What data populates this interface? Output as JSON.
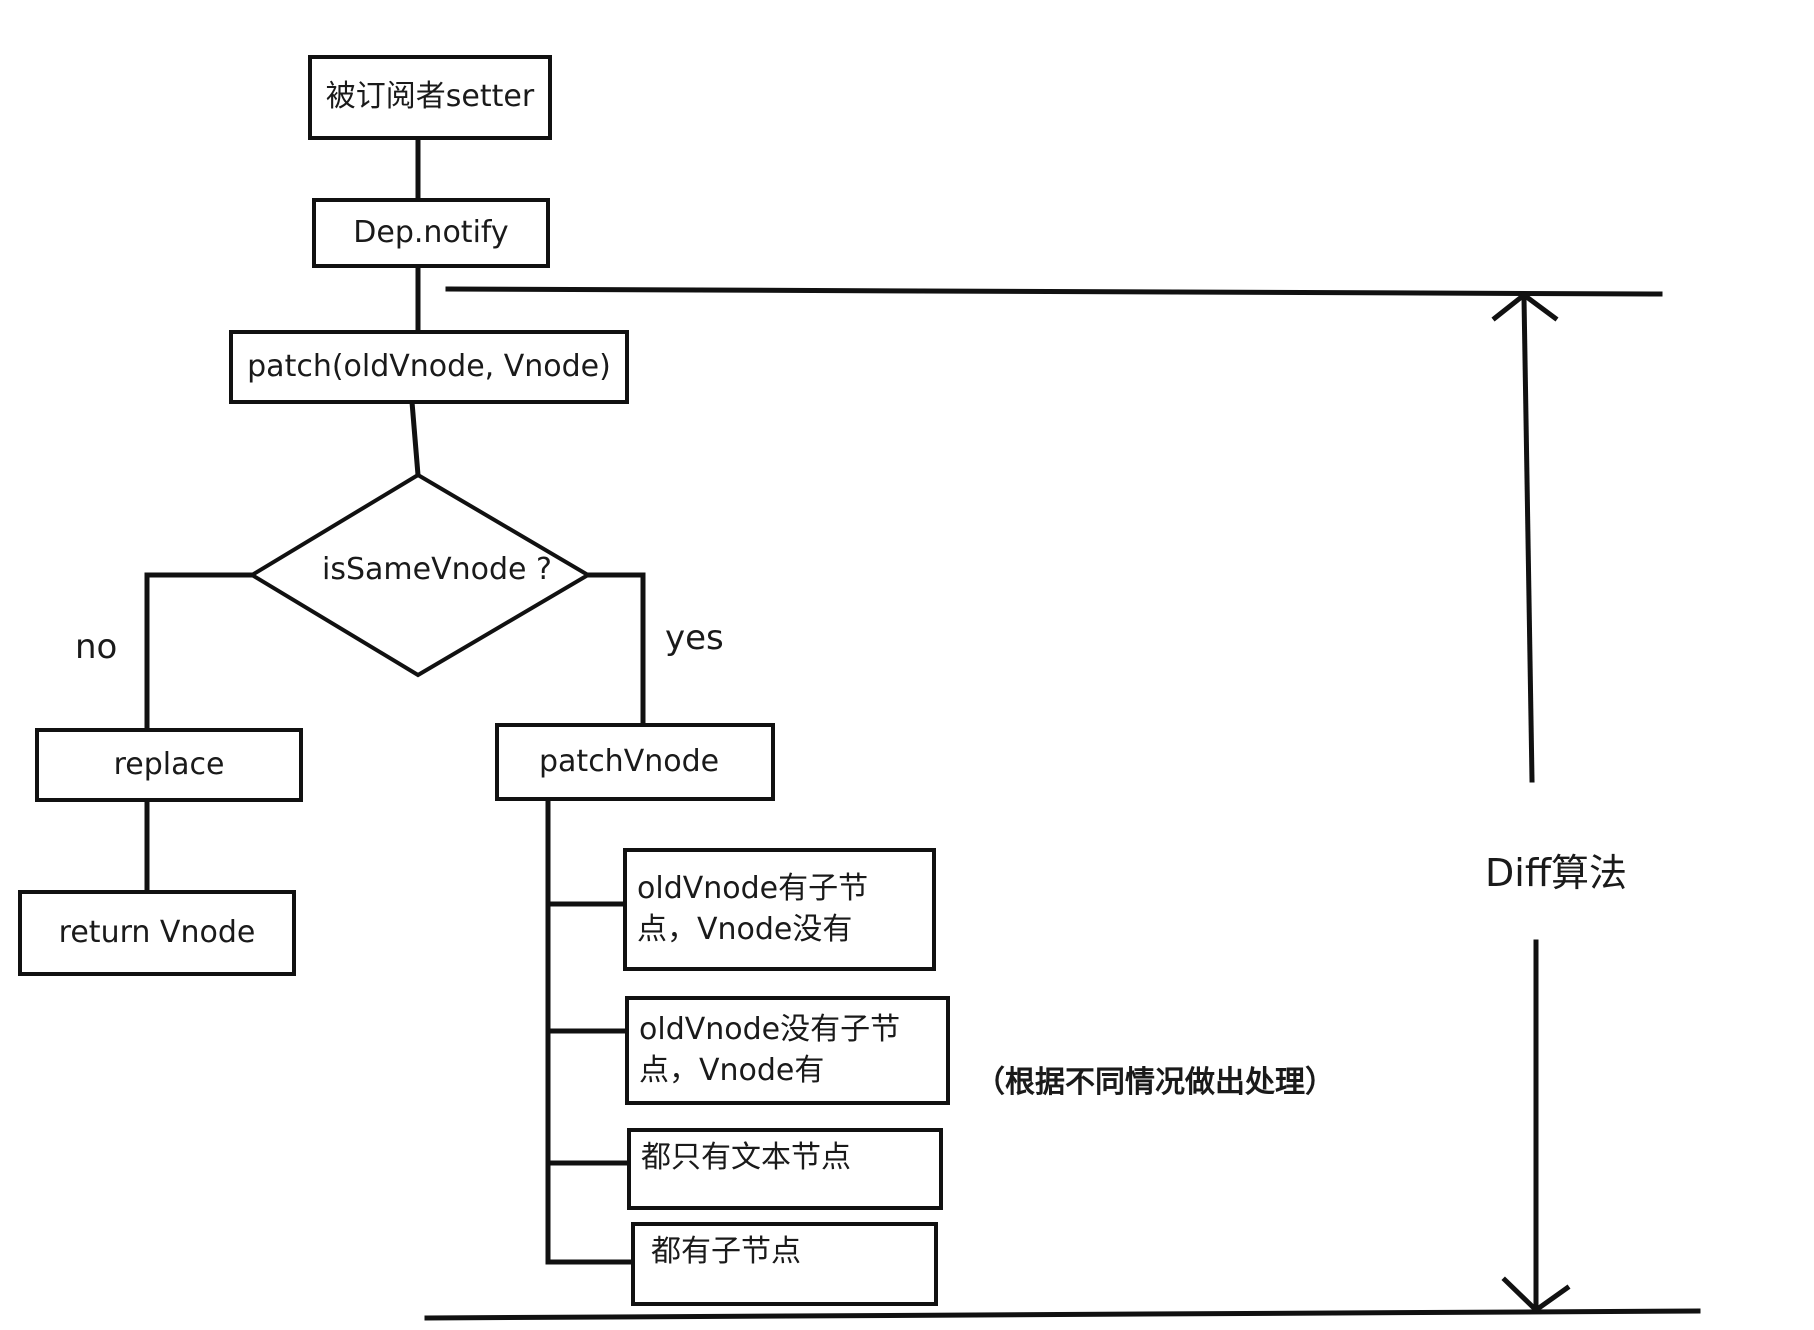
{
  "nodes": {
    "setter": "被订阅者setter",
    "dep_notify": "Dep.notify",
    "patch": "patch(oldVnode, Vnode)",
    "decision": "isSameVnode ?",
    "replace": "replace",
    "return_vnode": "return Vnode",
    "patch_vnode": "patchVnode",
    "case1": "oldVnode有子节点，Vnode没有",
    "case2": "oldVnode没有子节点，Vnode有",
    "case3": "都只有文本节点",
    "case4": "都有子节点"
  },
  "edges": {
    "no_label": "no",
    "yes_label": "yes"
  },
  "annotations": {
    "note": "（根据不同情况做出处理）",
    "diff_label": "Diff算法"
  }
}
